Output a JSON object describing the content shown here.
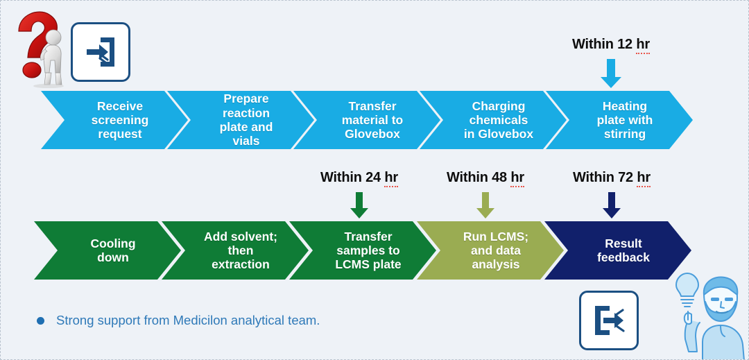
{
  "slide": {
    "background_color": "#eef2f7",
    "border_style": "dashed"
  },
  "colors": {
    "blue": "#19ace4",
    "green": "#0f7c36",
    "olive": "#9aac52",
    "navy": "#11206b",
    "callout_text": "#0d0d0d",
    "bullet_text": "#2e79b8",
    "bullet_dot": "#1f6fb2",
    "icon_frame": "#1b4f82",
    "question_mark": "#cc1111"
  },
  "process": {
    "top_row": [
      {
        "id": "receive-screening-request",
        "label": "Receive\nscreening\nrequest",
        "color": "#19ace4"
      },
      {
        "id": "prepare-reaction-plate-and-vials",
        "label": "Prepare\nreaction\nplate and\nvials",
        "color": "#19ace4"
      },
      {
        "id": "transfer-material-to-glovebox",
        "label": "Transfer\nmaterial to\nGlovebox",
        "color": "#19ace4"
      },
      {
        "id": "charging-chemicals-in-glovebox",
        "label": "Charging\nchemicals\nin Glovebox",
        "color": "#19ace4"
      },
      {
        "id": "heating-plate-with-stirring",
        "label": "Heating\nplate with\nstirring",
        "color": "#19ace4"
      }
    ],
    "bottom_row": [
      {
        "id": "cooling-down",
        "label": "Cooling\ndown",
        "color": "#0f7c36"
      },
      {
        "id": "add-solvent-then-extraction",
        "label": "Add solvent;\nthen\nextraction",
        "color": "#0f7c36"
      },
      {
        "id": "transfer-samples-to-lcms-plate",
        "label": "Transfer\nsamples to\nLCMS plate",
        "color": "#0f7c36"
      },
      {
        "id": "run-lcms-and-data-analysis",
        "label": "Run LCMS;\nand data\nanalysis",
        "color": "#9aac52"
      },
      {
        "id": "result-feedback",
        "label": "Result\nfeedback",
        "color": "#11206b"
      }
    ]
  },
  "callouts": [
    {
      "id": "within-12-hr",
      "prefix": "Within 12 ",
      "unit": "hr",
      "color": "#19ace4",
      "target": "heating-plate-with-stirring"
    },
    {
      "id": "within-24-hr",
      "prefix": "Within 24 ",
      "unit": "hr",
      "color": "#0f7c36",
      "target": "transfer-samples-to-lcms-plate"
    },
    {
      "id": "within-48-hr",
      "prefix": "Within 48 ",
      "unit": "hr",
      "color": "#9aac52",
      "target": "run-lcms-and-data-analysis"
    },
    {
      "id": "within-72-hr",
      "prefix": "Within 72 ",
      "unit": "hr",
      "color": "#11206b",
      "target": "result-feedback"
    }
  ],
  "note": {
    "bullet_text": "Strong support from Medicilon analytical team."
  },
  "icons": {
    "question_figure": "question-mark-figure",
    "login": "login-enter-icon",
    "logout": "logout-exit-icon",
    "idea_person": "idea-person-lightbulb"
  }
}
